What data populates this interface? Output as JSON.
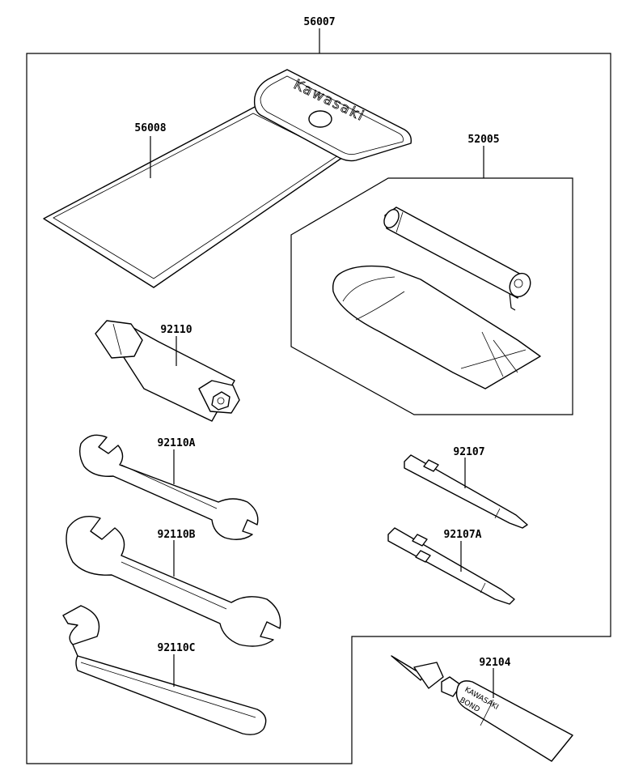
{
  "parts": {
    "kit": "56007",
    "pouch": "56008",
    "pump": "52005",
    "plug_wrench": "92110",
    "wrench_a": "92110A",
    "wrench_b": "92110B",
    "wrench_c": "92110C",
    "driver": "92107",
    "driver_a": "92107A",
    "bond": "92104"
  },
  "markings": {
    "pouch_brand": "Kawasaki",
    "bond_line1": "KAWASAKI",
    "bond_line2": "BOND"
  }
}
